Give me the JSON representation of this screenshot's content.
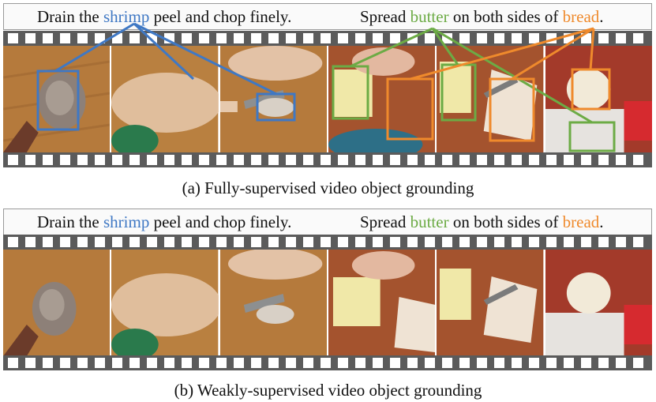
{
  "panels": [
    {
      "sentence1": {
        "pre": "Drain the ",
        "object": "shrimp",
        "post": " peel and chop finely."
      },
      "sentence2": {
        "pre": "Spread ",
        "object1": "butter",
        "mid": " on both sides of ",
        "object2": "bread",
        "post": "."
      },
      "caption": "(a) Fully-supervised video object grounding"
    },
    {
      "sentence1": {
        "pre": "Drain the ",
        "object": "shrimp",
        "post": " peel and chop finely."
      },
      "sentence2": {
        "pre": "Spread ",
        "object1": "butter",
        "mid": " on both sides of ",
        "object2": "bread",
        "post": "."
      },
      "caption": "(b) Weakly-supervised video object grounding"
    }
  ],
  "colors": {
    "shrimp": "#3f78c4",
    "butter": "#6cab45",
    "bread": "#ef8a2c",
    "film": "#5b5b5b",
    "cutting_board": "#b57a3c",
    "table_red": "#a33a2a"
  },
  "frames": [
    {
      "scene": "cutting-board-chopped-shrimp"
    },
    {
      "scene": "cutting-board-hand-motion-blur"
    },
    {
      "scene": "cutting-board-knife-shrimp"
    },
    {
      "scene": "butter-block-hands"
    },
    {
      "scene": "bread-slice-butter"
    },
    {
      "scene": "bread-on-red-table"
    }
  ]
}
